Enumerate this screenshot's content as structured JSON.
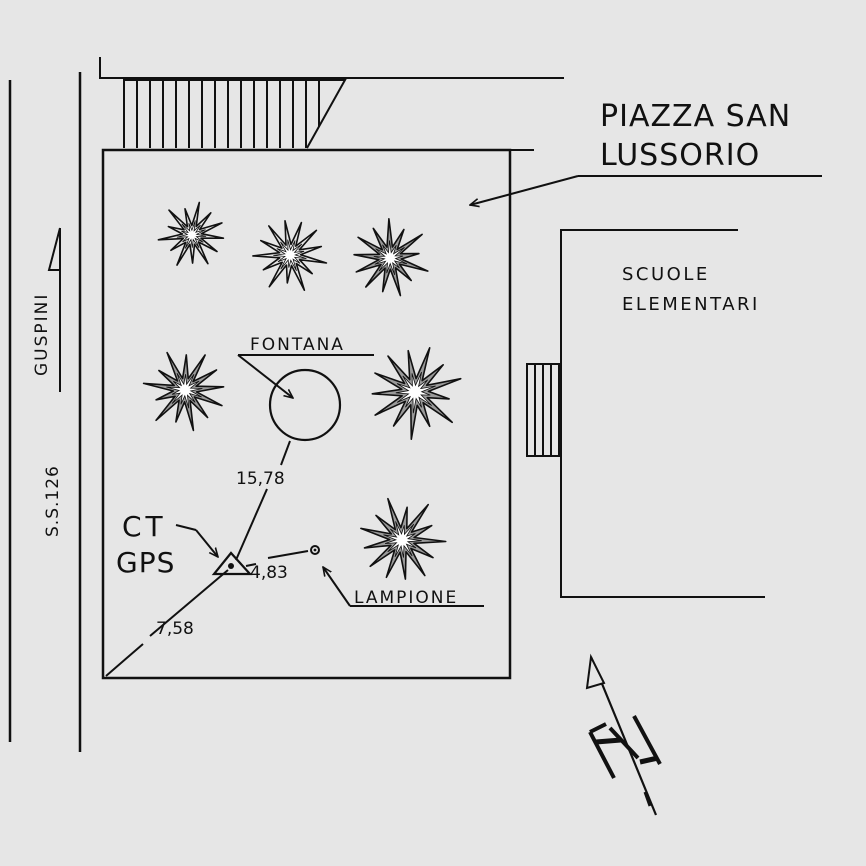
{
  "colors": {
    "background": "#e6e6e6",
    "ink": "#111111",
    "tree_fill": "#9a9a9a",
    "tree_core": "#ffffff"
  },
  "labels": {
    "piazza_line1": "PIAZZA SAN",
    "piazza_line2": "LUSSORIO",
    "scuole_line1": "SCUOLE",
    "scuole_line2": "ELEMENTARI",
    "fontana": "FONTANA",
    "lampione": "LAMPIONE",
    "ct": "CT",
    "gps": "GPS",
    "guspini": "GUSPINI",
    "ss126": "S.S.126",
    "north": "N"
  },
  "measurements": {
    "to_fountain": "15,78",
    "to_lamp": "4,83",
    "to_corner": "7,58"
  },
  "icons": {
    "tree": "tree-icon",
    "fountain": "fountain-circle",
    "survey_point": "triangle-marker-icon",
    "lamp": "lamp-post-icon",
    "north_arrow": "north-arrow-icon"
  }
}
